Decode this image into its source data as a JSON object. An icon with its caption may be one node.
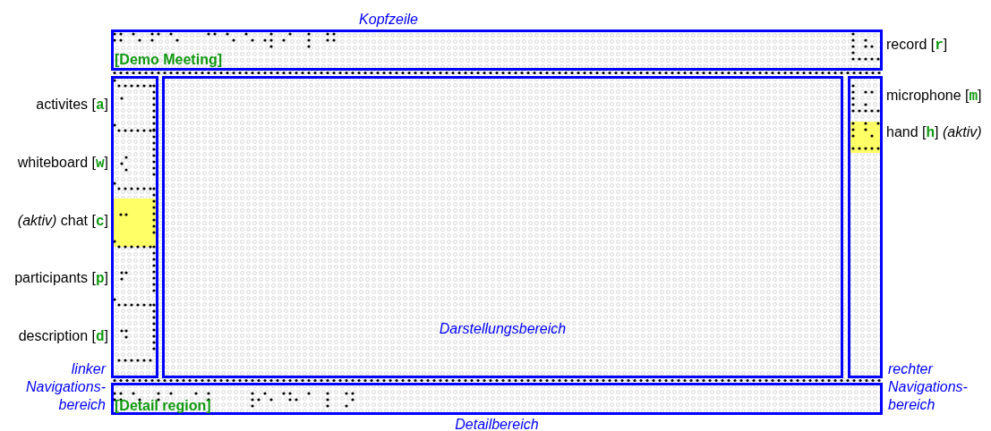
{
  "diagram": {
    "nodes": [
      {
        "text": [
          "Kopfzeile",
          "[Demo Meeting]"
        ]
      },
      {
        "text": [
          "linker Navigations- bereich"
        ]
      },
      {
        "text": [
          "Darstellungsbereich"
        ]
      },
      {
        "text": [
          "rechter Navigations- bereich"
        ]
      },
      {
        "text": [
          "[Detail region]",
          "Detailbereich"
        ]
      }
    ],
    "labels": [
      "record [r]",
      "activites [a]",
      "microphone [m]",
      "hand [h] *(aktiv)*",
      "whiteboard [w]",
      "*(aktiv)* chat [c]",
      "participants [p]",
      "description [d]"
    ]
  }
}
